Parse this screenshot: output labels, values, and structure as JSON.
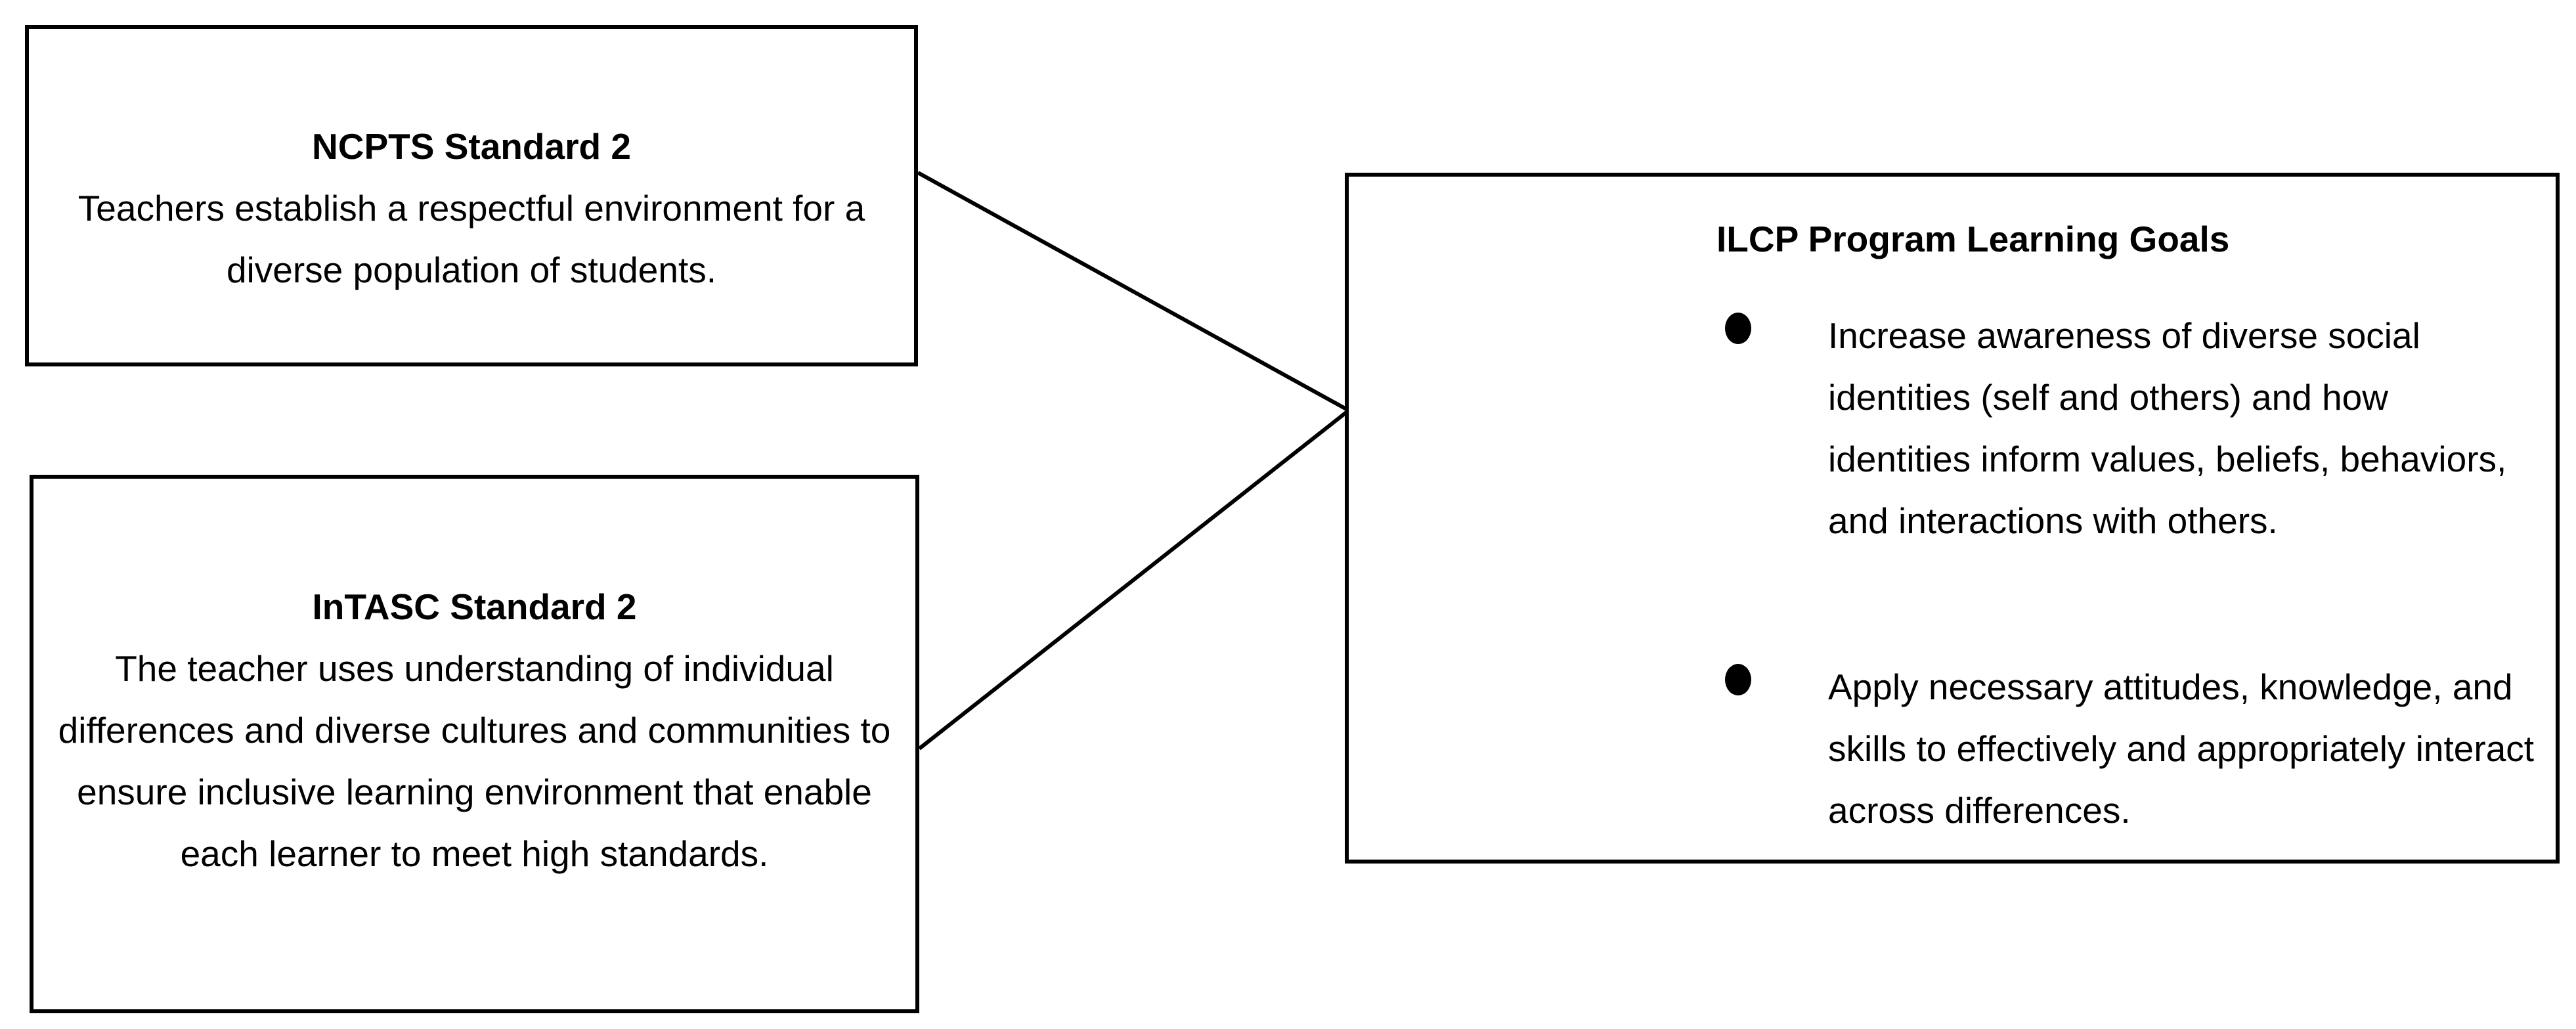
{
  "diagram": {
    "ncpts": {
      "title": "NCPTS Standard 2",
      "body": "Teachers establish a respectful environment for a diverse population of students."
    },
    "intasc": {
      "title": "InTASC Standard 2",
      "body": "The teacher uses understanding of individual differences and diverse cultures and communities to ensure inclusive learning environment that enable each learner to meet high standards."
    },
    "ilcp": {
      "title": "ILCP Program Learning Goals",
      "goals": [
        "Increase awareness of diverse social identities (self and others) and how identities inform values, beliefs, behaviors, and interactions with others.",
        "Apply necessary attitudes, knowledge, and skills to effectively and appropriately interact across differences."
      ]
    }
  }
}
